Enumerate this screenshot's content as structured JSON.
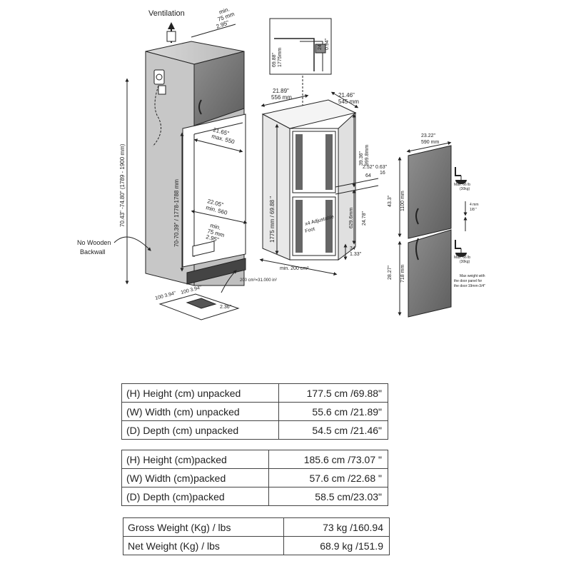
{
  "diagram": {
    "ventilation": "Ventilation",
    "top_gap": [
      "min.",
      "75 mm",
      "2.95\""
    ],
    "no_wooden_backwall": [
      "No Wooden",
      "Backwall"
    ],
    "total_height": "70.43\" -74.80\" (1789 - 1900 mm)",
    "cabinet_height": "70-70.39\" / 1778-1788 mm",
    "inner_width": [
      "21.65\"",
      "max. 550"
    ],
    "inner_width2": [
      "22.05\"",
      "min. 560"
    ],
    "inner_gap": [
      "min.",
      "75 mm",
      "2.95\""
    ],
    "base_vent_dims": [
      "100 3.94\"",
      "100 3.94\"",
      "2.36\""
    ],
    "vent_area": "200 cm²=31.000 in²",
    "min_200": "min. 200 cm²",
    "fridge_width": [
      "21.89\"",
      "556 mm"
    ],
    "fridge_depth": [
      "21.46\"",
      "545 mm"
    ],
    "fridge_height": "1775 mm / 69.88 \"",
    "upper_door": [
      "39.36\"",
      "999.8mm"
    ],
    "lower_door": [
      "629.6mm",
      "24.78\""
    ],
    "gap_dims": [
      "2.52\" 0.63\"",
      "64",
      "16"
    ],
    "foot": [
      "x4 Adjustable",
      "Foot"
    ],
    "foot_height": [
      "34",
      "1.33\""
    ],
    "inset": [
      "69.88\"",
      "1775mm",
      "24",
      "0.94\""
    ],
    "panel_width": [
      "23.22\"",
      "590 mm"
    ],
    "panel_upper": [
      "43.3\"",
      "1100 mm"
    ],
    "panel_lower": [
      "28.27\"",
      "718 mm"
    ],
    "max_weight_1": [
      "Max. 66 lb",
      "(30kg)"
    ],
    "max_weight_2": [
      "Max. 66 lb",
      "(30kg)"
    ],
    "gap_4mm": [
      "4 mm",
      "1/8 \""
    ],
    "panel_note": [
      "Max weight with",
      "the door panel for",
      "the door:19mm-3/4\""
    ]
  },
  "tables": {
    "unpacked": [
      {
        "label": "(H) Height (cm) unpacked",
        "value": "177.5 cm /69.88\""
      },
      {
        "label": "(W) Width (cm) unpacked",
        "value": "55.6 cm /21.89\""
      },
      {
        "label": "(D) Depth (cm) unpacked",
        "value": "54.5 cm /21.46\""
      }
    ],
    "packed": [
      {
        "label": "(H) Height (cm)packed",
        "value": "185.6 cm /73.07 \""
      },
      {
        "label": "(W) Width (cm)packed",
        "value": "57.6  cm /22.68 \""
      },
      {
        "label": "(D) Depth (cm)packed",
        "value": "58.5  cm/23.03\""
      }
    ],
    "weight": [
      {
        "label": "Gross Weight (Kg) / lbs",
        "value": "73  kg /160.94"
      },
      {
        "label": "Net Weight  (Kg) / lbs",
        "value": "68.9 kg /151.9"
      }
    ]
  }
}
